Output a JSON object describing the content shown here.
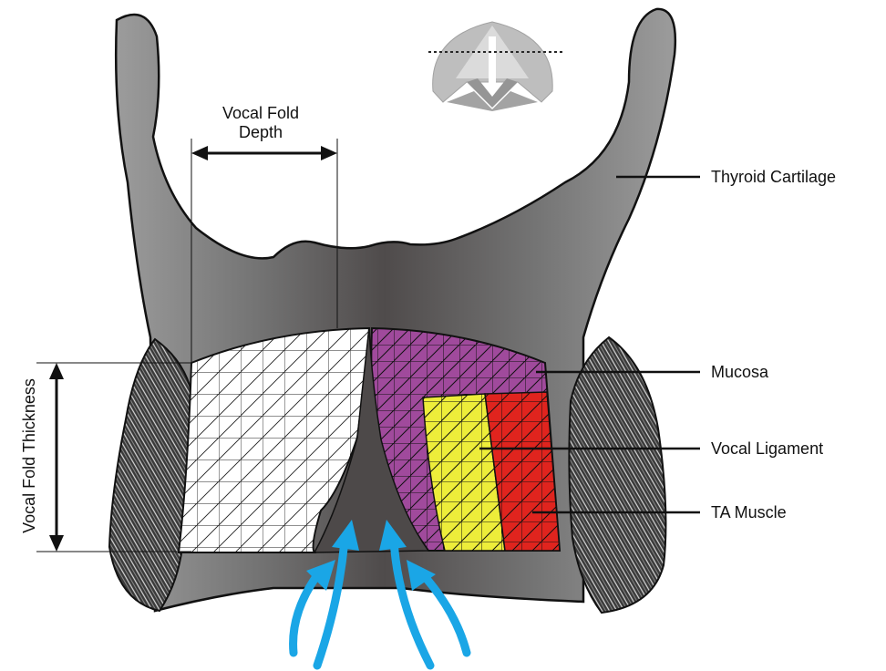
{
  "labels": {
    "thyroid_cartilage": "Thyroid Cartilage",
    "mucosa": "Mucosa",
    "vocal_ligament": "Vocal Ligament",
    "ta_muscle": "TA Muscle",
    "vocal_fold_thickness": "Vocal Fold Thickness",
    "vocal_fold_depth_line1": "Vocal Fold",
    "vocal_fold_depth_line2": "Depth"
  },
  "colors": {
    "cartilage_dark": "#545050",
    "cartilage_light": "#9a9a9a",
    "mucosa": "#a04a9c",
    "vocal_ligament": "#eded3a",
    "ta_muscle": "#e0241e",
    "airflow": "#1aa6e6",
    "hatch_fill": "#5a5a5a"
  },
  "icons": {
    "airflow": "airflow-arrow-icon",
    "inset": "larynx-top-view-icon"
  }
}
